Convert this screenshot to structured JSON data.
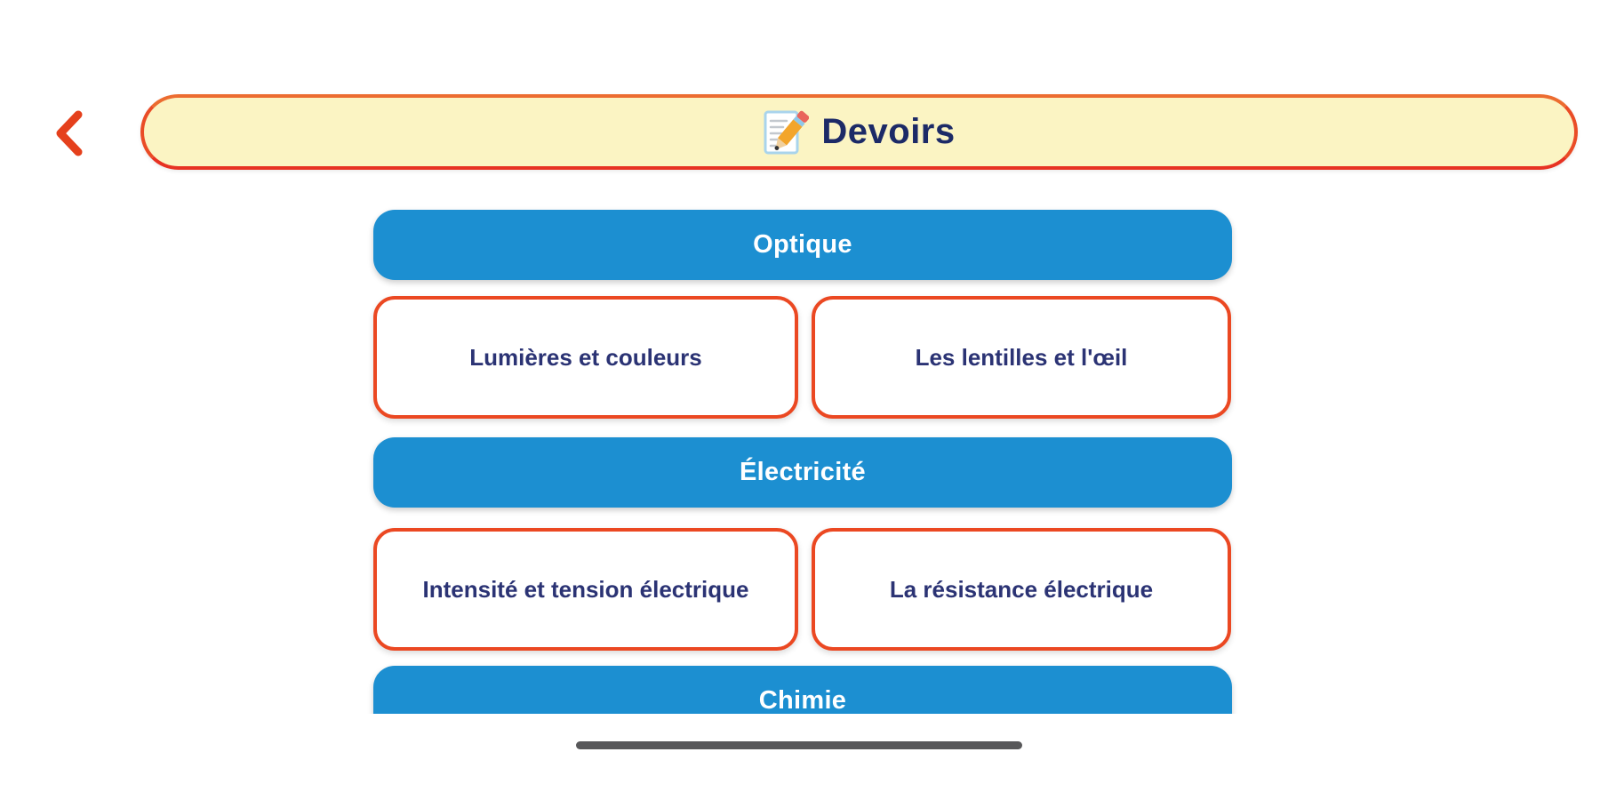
{
  "header": {
    "title": "Devoirs",
    "title_icon": "memo-pencil-icon",
    "back_icon": "back-chevron-icon"
  },
  "sections": [
    {
      "label": "Optique",
      "items": [
        {
          "label": "Lumières et couleurs"
        },
        {
          "label": "Les lentilles et l'œil"
        }
      ]
    },
    {
      "label": "Électricité",
      "items": [
        {
          "label": "Intensité et tension électrique"
        },
        {
          "label": "La résistance électrique"
        }
      ]
    },
    {
      "label": "Chimie",
      "items": []
    }
  ],
  "footer": {
    "home_indicator_icon": "home-indicator-bar"
  },
  "colors": {
    "section_bar": "#1C8FD1",
    "card_border": "#EB4822",
    "banner_fill": "#FBF4C3",
    "banner_border": "#EA4C26",
    "title_text": "#1C2A67",
    "card_text": "#2B3374",
    "back_icon": "#E5401C",
    "home_indicator": "#58585A"
  }
}
